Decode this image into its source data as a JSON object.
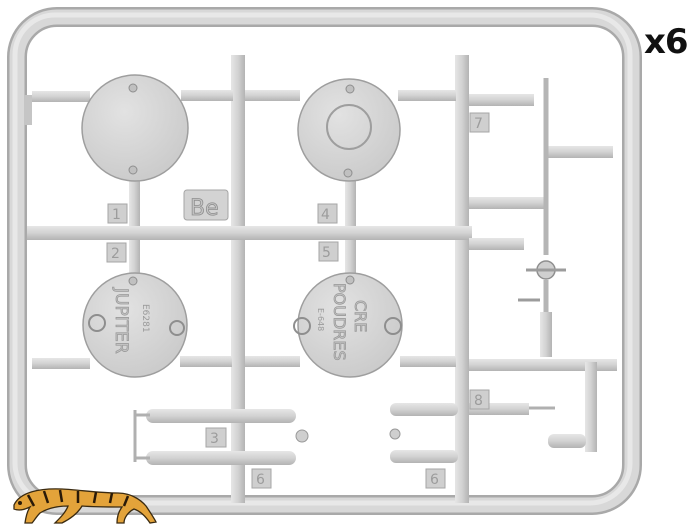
{
  "quantity_label": "x6",
  "sprue_letter": "Be",
  "part_numbers": [
    "1",
    "2",
    "3",
    "4",
    "5",
    "6",
    "6",
    "7",
    "8"
  ],
  "disc_left_text": {
    "line1": "JUPITER",
    "line2": "E6281"
  },
  "disc_right_text": {
    "line1": "POUDRES",
    "line2": "CRE",
    "line3": "E-648"
  },
  "colors": {
    "plastic": "#d6d6d6",
    "plastic_shade": "#b5b5b5",
    "tiger_orange": "#e3a33a",
    "background": "#ffffff"
  },
  "logo": {
    "icon": "tiger-logo"
  }
}
